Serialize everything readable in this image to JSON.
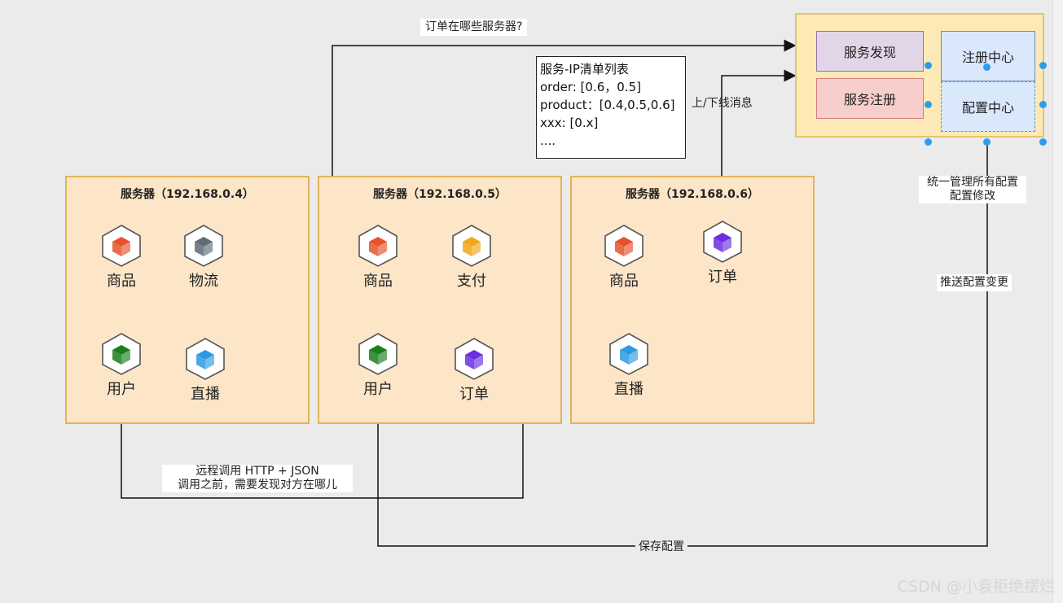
{
  "servers": [
    {
      "title": "服务器（192.168.0.4）",
      "services": [
        {
          "label": "商品",
          "icon": "cube-icon",
          "color": "#e8522b"
        },
        {
          "label": "物流",
          "icon": "cube-icon",
          "color": "#5f6b78"
        },
        {
          "label": "用户",
          "icon": "cube-icon",
          "color": "#1a7f1a"
        },
        {
          "label": "直播",
          "icon": "cube-icon",
          "color": "#2b9ae0"
        }
      ]
    },
    {
      "title": "服务器（192.168.0.5）",
      "services": [
        {
          "label": "商品",
          "icon": "cube-icon",
          "color": "#e8522b"
        },
        {
          "label": "支付",
          "icon": "cube-icon",
          "color": "#f0a818"
        },
        {
          "label": "用户",
          "icon": "cube-icon",
          "color": "#1a7f1a"
        },
        {
          "label": "订单",
          "icon": "cube-icon",
          "color": "#6a2ee0"
        }
      ]
    },
    {
      "title": "服务器（192.168.0.6）",
      "services": [
        {
          "label": "商品",
          "icon": "cube-icon",
          "color": "#e8522b"
        },
        {
          "label": "订单",
          "icon": "cube-icon",
          "color": "#6a2ee0"
        },
        {
          "label": "直播",
          "icon": "cube-icon",
          "color": "#2b9ae0"
        }
      ]
    }
  ],
  "registry": {
    "discovery": "服务发现",
    "registration": "服务注册",
    "register_center": "注册中心",
    "config_center": "配置中心",
    "discovery_color": "#e1d5e7",
    "registration_color": "#f8cecc",
    "center_color": "#dae8fc"
  },
  "ip_list": {
    "lines": [
      "服务-IP清单列表",
      "order: [0.6，0.5]",
      "product：[0.4,0.5,0.6]",
      "xxx: [0.x]",
      "...."
    ]
  },
  "edges": {
    "query": "订单在哪些服务器?",
    "updown": "上/下线消息",
    "config_manage": [
      "统一管理所有配置",
      "配置修改"
    ],
    "push_config": "推送配置变更",
    "rpc": [
      "远程调用  HTTP + JSON",
      "调用之前，需要发现对方在哪儿"
    ],
    "save_config": "保存配置"
  },
  "watermark": "CSDN @小袁拒绝摆烂"
}
